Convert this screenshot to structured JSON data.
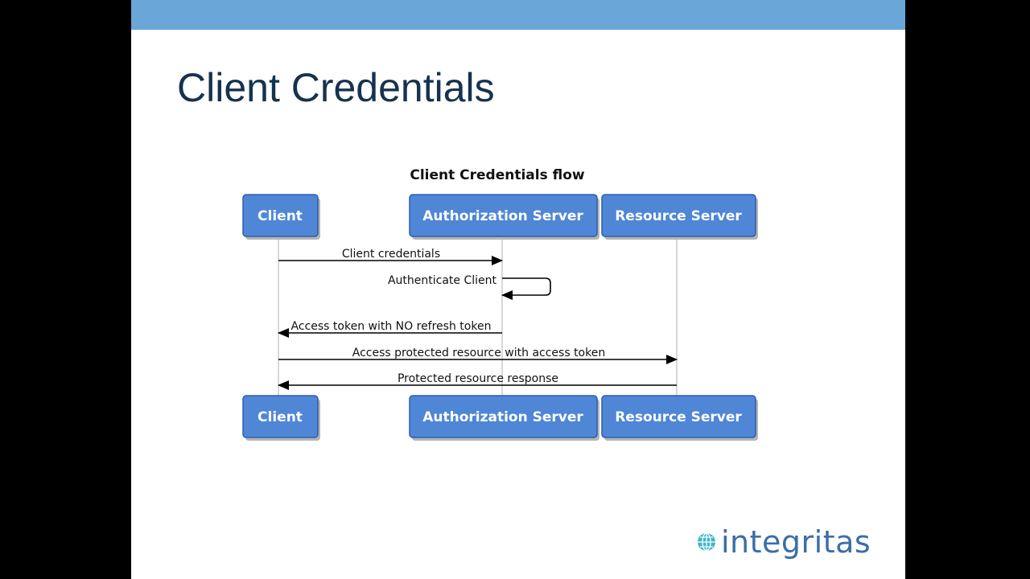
{
  "slide": {
    "title": "Client Credentials",
    "logo_text": "integritas",
    "colors": {
      "topbar": "#6aa6d8",
      "title": "#16324f",
      "box_fill": "#4f86d6",
      "logo": "#3a6fa8"
    }
  },
  "diagram": {
    "title": "Client Credentials flow",
    "participants": [
      "Client",
      "Authorization Server",
      "Resource Server"
    ],
    "messages": [
      {
        "from": "Client",
        "to": "Authorization Server",
        "label": "Client credentials"
      },
      {
        "from": "Authorization Server",
        "to": "Authorization Server",
        "label": "Authenticate Client"
      },
      {
        "from": "Authorization Server",
        "to": "Client",
        "label": "Access token with NO refresh token"
      },
      {
        "from": "Client",
        "to": "Resource Server",
        "label": "Access protected resource with access token"
      },
      {
        "from": "Resource Server",
        "to": "Client",
        "label": "Protected resource response"
      }
    ]
  }
}
